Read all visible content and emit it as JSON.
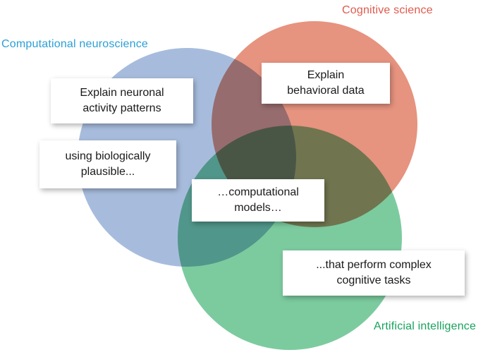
{
  "diagram": {
    "type": "venn",
    "title": "",
    "sets": [
      {
        "id": "computational_neuroscience",
        "label": "Computational neuroscience",
        "label_color": "#2b9fd6",
        "circle_color": "#a7bcdd",
        "position": "top-left"
      },
      {
        "id": "cognitive_science",
        "label": "Cognitive science",
        "label_color": "#e05a4c",
        "circle_color": "#e6937f",
        "position": "top-right"
      },
      {
        "id": "artificial_intelligence",
        "label": "Artificial intelligence",
        "label_color": "#18a35c",
        "circle_color": "#7ccb9f",
        "position": "bottom"
      }
    ],
    "callouts": [
      {
        "id": "explain-neuronal-activity",
        "region": "computational neuroscience",
        "text": "Explain neuronal\nactivity patterns"
      },
      {
        "id": "explain-behavioral-data",
        "region": "cognitive science",
        "text": "Explain\nbehavioral data"
      },
      {
        "id": "using-biologically-plausible",
        "region": "computational neuroscience",
        "text": "using biologically\nplausible..."
      },
      {
        "id": "computational-models",
        "region": "intersection of all three sets",
        "text": "…computational\nmodels…"
      },
      {
        "id": "perform-complex-tasks",
        "region": "artificial intelligence",
        "text": "...that perform complex\ncognitive tasks"
      }
    ]
  }
}
